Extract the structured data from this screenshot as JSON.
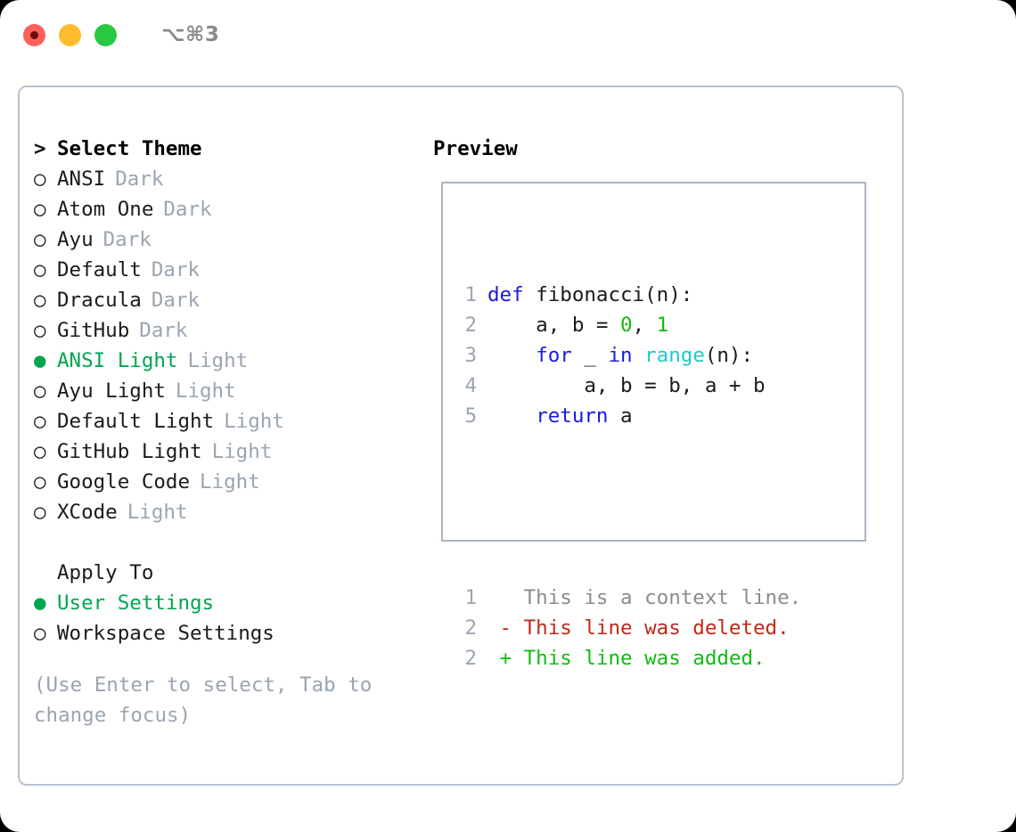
{
  "window": {
    "shortcut": "⌥⌘3",
    "traffic_lights": [
      "close-red",
      "minimize-yellow",
      "maximize-green"
    ]
  },
  "left": {
    "header": {
      "marker": ">",
      "label": "Select Theme"
    },
    "themes": [
      {
        "marker": "○",
        "name": "ANSI",
        "suffix": "Dark",
        "selected": false
      },
      {
        "marker": "○",
        "name": "Atom One",
        "suffix": "Dark",
        "selected": false
      },
      {
        "marker": "○",
        "name": "Ayu",
        "suffix": "Dark",
        "selected": false
      },
      {
        "marker": "○",
        "name": "Default",
        "suffix": "Dark",
        "selected": false
      },
      {
        "marker": "○",
        "name": "Dracula",
        "suffix": "Dark",
        "selected": false
      },
      {
        "marker": "○",
        "name": "GitHub",
        "suffix": "Dark",
        "selected": false
      },
      {
        "marker": "●",
        "name": "ANSI Light",
        "suffix": "Light",
        "selected": true
      },
      {
        "marker": "○",
        "name": "Ayu Light",
        "suffix": "Light",
        "selected": false
      },
      {
        "marker": "○",
        "name": "Default Light",
        "suffix": "Light",
        "selected": false
      },
      {
        "marker": "○",
        "name": "GitHub Light",
        "suffix": "Light",
        "selected": false
      },
      {
        "marker": "○",
        "name": "Google Code",
        "suffix": "Light",
        "selected": false
      },
      {
        "marker": "○",
        "name": "XCode",
        "suffix": "Light",
        "selected": false
      }
    ],
    "apply_to": {
      "header": {
        "marker": "",
        "label": "Apply To"
      },
      "options": [
        {
          "marker": "●",
          "name": "User Settings",
          "selected": true
        },
        {
          "marker": "○",
          "name": "Workspace Settings",
          "selected": false
        }
      ]
    },
    "hint": "(Use Enter to select, Tab to change focus)"
  },
  "right": {
    "title": "Preview",
    "code_lines": [
      {
        "num": "1",
        "tokens": [
          {
            "t": "def ",
            "c": "tok-kw"
          },
          {
            "t": "fibonacci(n):",
            "c": "tok-id"
          }
        ]
      },
      {
        "num": "2",
        "tokens": [
          {
            "t": "    a, b = ",
            "c": "tok-id"
          },
          {
            "t": "0",
            "c": "tok-num"
          },
          {
            "t": ", ",
            "c": "tok-id"
          },
          {
            "t": "1",
            "c": "tok-num"
          }
        ]
      },
      {
        "num": "3",
        "tokens": [
          {
            "t": "    ",
            "c": "tok-id"
          },
          {
            "t": "for",
            "c": "tok-kw"
          },
          {
            "t": " _ ",
            "c": "tok-id"
          },
          {
            "t": "in",
            "c": "tok-kw"
          },
          {
            "t": " ",
            "c": "tok-id"
          },
          {
            "t": "range",
            "c": "tok-fn"
          },
          {
            "t": "(n):",
            "c": "tok-id"
          }
        ]
      },
      {
        "num": "4",
        "tokens": [
          {
            "t": "        a, b = b, a + b",
            "c": "tok-id"
          }
        ]
      },
      {
        "num": "5",
        "tokens": [
          {
            "t": "    ",
            "c": "tok-id"
          },
          {
            "t": "return",
            "c": "tok-kw"
          },
          {
            "t": " a",
            "c": "tok-id"
          }
        ]
      }
    ],
    "diff_lines": [
      {
        "num": "1",
        "tokens": [
          {
            "t": "   This is a context line.",
            "c": "tok-ctx"
          }
        ]
      },
      {
        "num": "2",
        "tokens": [
          {
            "t": " - This line was deleted.",
            "c": "tok-del"
          }
        ]
      },
      {
        "num": "2",
        "tokens": [
          {
            "t": " + This line was added.",
            "c": "tok-add"
          }
        ]
      }
    ]
  },
  "colors": {
    "accent_green": "#00a550",
    "muted": "#9aa5b1",
    "keyword_blue": "#1a1ae0",
    "function_cyan": "#1ec8cd",
    "number_green": "#14b814",
    "diff_red": "#bf2a18",
    "diff_green": "#0dbe0d",
    "border": "#b9c2cf"
  }
}
